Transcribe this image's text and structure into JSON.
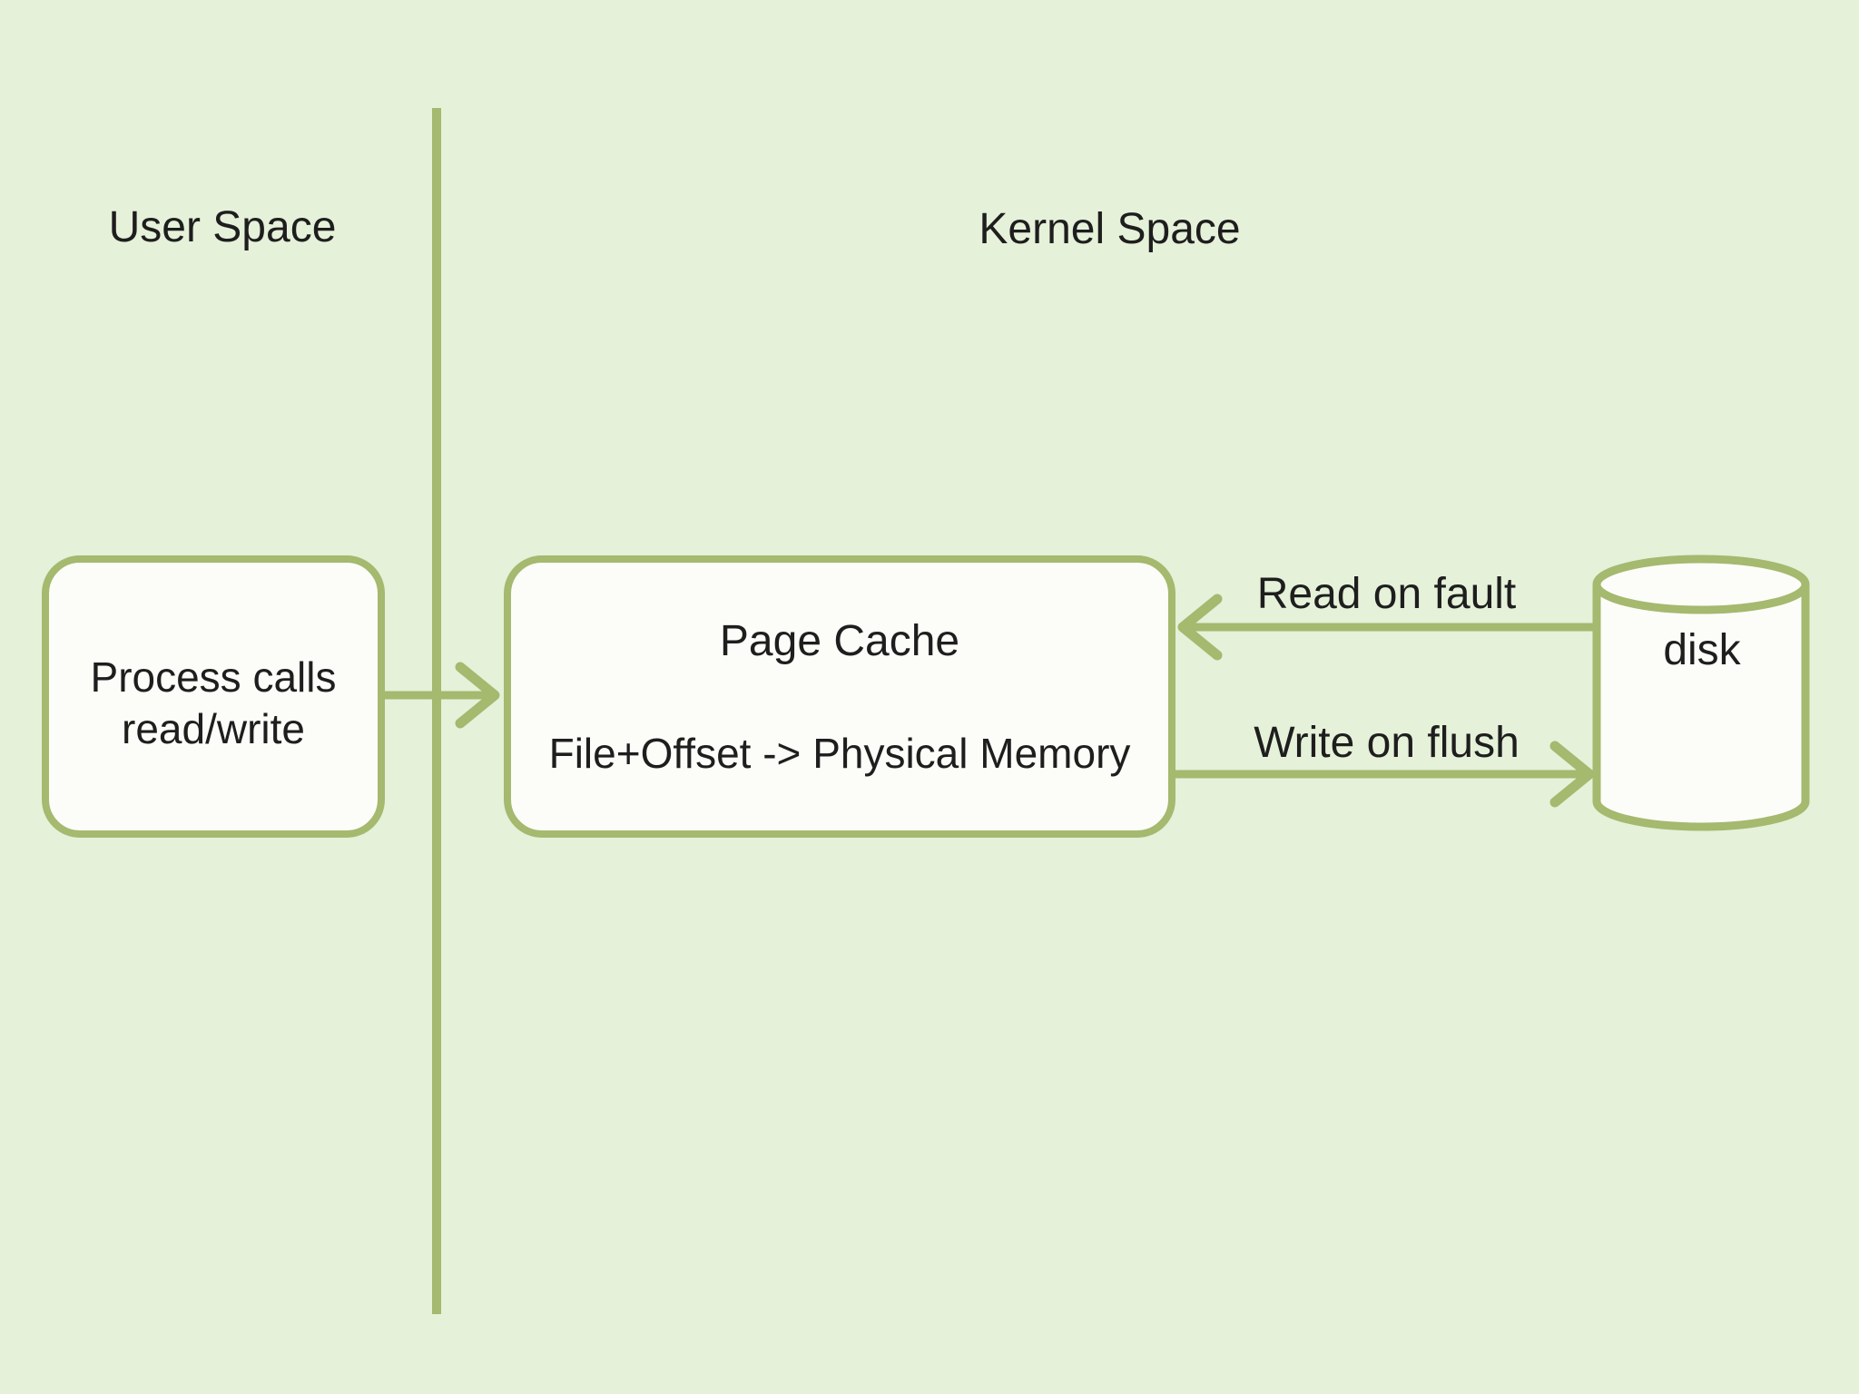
{
  "colors": {
    "background": "#e5f1d9",
    "stroke": "#a5b96f",
    "box_fill": "#fcfdf9",
    "text": "#1e1e1e"
  },
  "regions": {
    "user_space_label": "User Space",
    "kernel_space_label": "Kernel Space"
  },
  "process_box": {
    "line1": "Process calls",
    "line2": "read/write"
  },
  "page_cache_box": {
    "title": "Page Cache",
    "subtitle": "File+Offset -> Physical Memory"
  },
  "disk": {
    "label": "disk"
  },
  "arrows": {
    "read": {
      "label": "Read on fault"
    },
    "write": {
      "label": "Write on flush"
    }
  }
}
